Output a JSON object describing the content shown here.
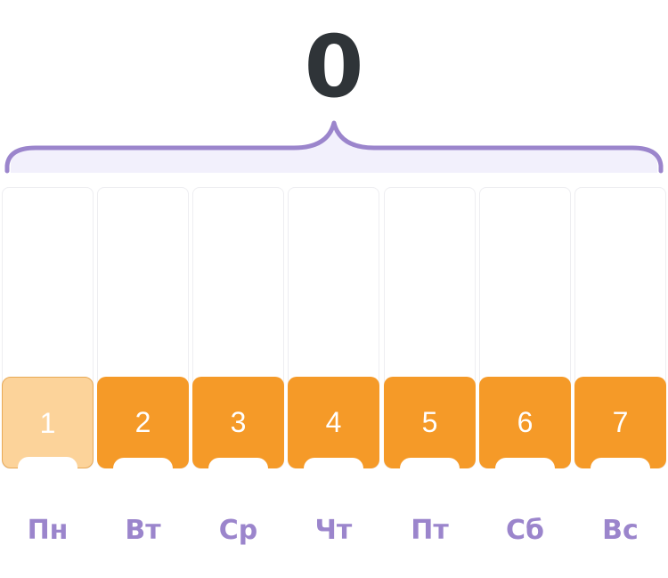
{
  "total": "0",
  "colors": {
    "bar": "#f59a28",
    "bar_selected": "#fcd39a",
    "brace": "#9b85cc",
    "label": "#9b85cc",
    "total": "#2f3438"
  },
  "days": [
    {
      "number": "1",
      "label": "Пн",
      "selected": true
    },
    {
      "number": "2",
      "label": "Вт",
      "selected": false
    },
    {
      "number": "3",
      "label": "Ср",
      "selected": false
    },
    {
      "number": "4",
      "label": "Чт",
      "selected": false
    },
    {
      "number": "5",
      "label": "Пт",
      "selected": false
    },
    {
      "number": "6",
      "label": "Сб",
      "selected": false
    },
    {
      "number": "7",
      "label": "Вс",
      "selected": false
    }
  ]
}
